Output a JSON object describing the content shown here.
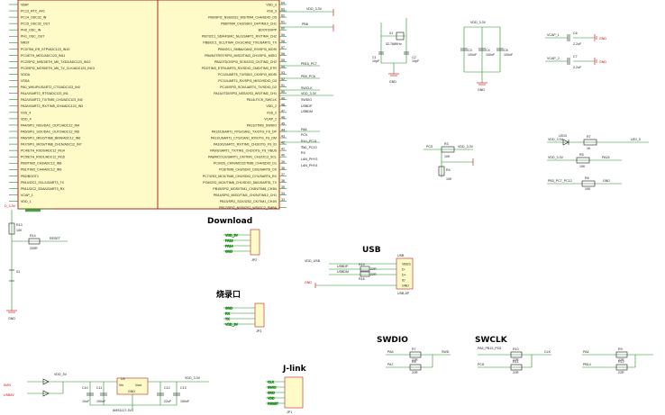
{
  "mcu": {
    "left_pins": [
      "VBAT",
      "PC13_RTC_AF1",
      "PC14_OSC32_IN",
      "PC15_OSC32_OUT",
      "PH0_OSC_IN",
      "PH1_OSC_OUT",
      "NRST",
      "PC0/TIM_ER_STP/ADC123_IN10",
      "PC1/ETH_MDC/ADC123_IN11",
      "PC2/SPI2_MISO/ETH_MII_TXD2/ADC123_IN12",
      "PC3/SPI2_MOSI/ETH_MII_TX_CLK/ADC123_IN13",
      "VDDA",
      "VSSA",
      "PA0_WKUP/USART2_CTS/ADC123_IN0",
      "PA1/USART2_RTS/ADC123_IN1",
      "PA2/USART2_TX/TIM5_CH3/ADC123_IN2",
      "PA3/USART2_RX/TIM5_CH4/ADC123_IN3",
      "VSS_4",
      "VDD_4",
      "PA4/SPI1_NSS/DAC_OUT1/ADC12_IN4",
      "PA5/SPI1_SCK/DAC_OUT2/ADC12_IN5",
      "PA6/SPI1_MISO/TIM8_BKIN/ADC12_IN6",
      "PA7/SPI1_MOSI/TIM8_CH1N/ADC12_IN7",
      "PC4/ETH_RXD0/ADC12_IN14",
      "PC5/ETH_RXD1/ADC12_IN15",
      "PB0/TIM3_CH3/ADC12_IN8",
      "PB1/TIM3_CH4/ADC12_IN9",
      "PB2/BOOT1",
      "PB10/I2C2_SCL/USART3_TX",
      "PB11/I2C2_SDA/USART3_RX",
      "VCAP_1",
      "VDD_1"
    ],
    "right_pins": [
      "VDD_3",
      "VSS_3",
      "PB9/SPI2_NSS/I2S2_WS/TIM4_CH4/SDIO_D5",
      "PB8/TIM4_CH3/SDIO_D4/TIM10_CH1",
      "BOOT0/VPP",
      "PB7/I2C1_SDA/FSMC_NL/USART1_RX/TIM4_CH2",
      "PB6/I2C1_SCL/TIM4_CH1/CAN2_TX/USART1_TX",
      "PB5/I2C1_SMBA/CAN2_RX/SPI3_MOSI",
      "PB4/NJTRST/SPI3_MISO/TIM3_CH1/SPI1_MISO",
      "PB3/JTDO/SPI3_SCK/I2S3_CK/TIM2_CH2",
      "PD2/TIM3_ETR/UART5_RX/SDIO_CMD/TIM3_ETR",
      "PC12/UART5_TX/SDIO_CK/SPI3_MOSI",
      "PC11/UART4_RX/SPI3_MISO/SDIO_D3",
      "PC10/SPI3_SCK/UART4_TX/SDIO_D2",
      "PA15/JTDI/SPI3_NSS/I2S3_WS/TIM2_CH1",
      "PA14/JTCK_SWCLK",
      "VDD_2",
      "VSS_2",
      "VCAP_2",
      "PA13/JTMS_SWDIO",
      "PA12/USART1_RTS/CAN1_TX/OTG_FS_DP",
      "PA11/USART1_CTS/CAN1_RX/OTG_FS_DM",
      "PA10/USART1_RX/TIM1_CH3/OTG_FS_ID",
      "PA9/USART1_TX/TIM1_CH2/OTG_FS_VBUS",
      "PA8/MCO1/USART1_CK/TIM1_CH1/I2C3_SCL",
      "PC9/I2S_CKIN/MCO2/TIM8_CH4/SDIO_D1",
      "PC8/TIM8_CH3/SDIO_D0/USART6_CK",
      "PC7/I2S3_MCK/TIM8_CH2/SDIO_D7/USART6_RX",
      "PC6/I2S2_MCK/TIM8_CH1/SDIO_D6/USART6_TX",
      "PB15/SPI2_MOSI/TIM1_CH3N/TIM8_CH3N",
      "PB14/SPI2_MISO/TIM1_CH2N/TIM12_CH1",
      "PB13/SPI2_SCK/I2S2_CK/TIM1_CH1N",
      "PB12/SPI2_NSS/I2S2_WS/I2C2_SMBA"
    ],
    "right_nums": [
      "64",
      "63",
      "62",
      "61",
      "60",
      "59",
      "58",
      "57",
      "56",
      "55",
      "54",
      "53",
      "52",
      "51",
      "50",
      "49",
      "48",
      "47",
      "46",
      "45",
      "44",
      "43",
      "42",
      "41",
      "40",
      "39",
      "38",
      "37",
      "36",
      "35",
      "34",
      "33"
    ],
    "right_nets": [
      "VDD_3.3V",
      "",
      "PB8",
      "",
      "",
      "",
      "",
      "",
      "",
      "",
      "",
      "",
      "",
      "",
      "",
      "",
      "",
      "",
      "",
      "",
      "",
      "",
      "",
      "",
      "",
      "",
      "",
      "",
      "",
      "",
      "",
      "",
      ""
    ],
    "net_labels": [
      "PB15_PC7",
      "PB0_PC6",
      "SWCLK",
      "VDD_3.3V",
      "SWDIO",
      "USBDP",
      "USBDM",
      "PA8",
      "PC9",
      "TX",
      "RX",
      "LAN_PHY3",
      "LAN_PHY4",
      "RX1_PC11",
      "TX1_PC10"
    ]
  },
  "crystal_32k": {
    "ref": "X1",
    "label": "32.768KHz",
    "c1": "C1",
    "c1v": "10pF",
    "c2": "C2",
    "c2v": "10pF"
  },
  "decoupling": {
    "net": "VDD_3.3V",
    "caps": [
      {
        "ref": "C3",
        "val": "100nF"
      },
      {
        "ref": "C4",
        "val": "100nF"
      },
      {
        "ref": "C5",
        "val": "100nF"
      }
    ]
  },
  "vcap": [
    {
      "net": "VCAP_1",
      "ref": "C6",
      "val": "2.2uF",
      "gnd": "GND"
    },
    {
      "net": "VCAP_2",
      "ref": "C7",
      "val": "2.2uF",
      "gnd": "GND"
    }
  ],
  "boot_block": {
    "net": "PC5",
    "ref": "R3",
    "val": "10K",
    "rail": "VDD_3.3V",
    "ref2": "R4",
    "val2": "10K"
  },
  "led_block": {
    "rail": "VDD_3.3V",
    "ref": "LED0",
    "rref": "R7",
    "rval": "1K",
    "net": "LED_0",
    "sw": "R5",
    "swval": "10K",
    "net2": "PA15",
    "net3": "PB3_PC7_PC12",
    "r6": "R6",
    "r6val": "10K",
    "gnd": "GND"
  },
  "reset": {
    "rail": "D_3.3V",
    "rref": "R13",
    "rval": "10K",
    "r2ref": "R14",
    "r2val": "330R",
    "net": "RESET",
    "btn": "S1",
    "gnd": "GND"
  },
  "download": {
    "title": "Download",
    "pins": [
      "VDD_3V",
      "PA13",
      "PA14",
      "GND"
    ],
    "ref": "JP2"
  },
  "usb": {
    "title": "USB",
    "rail": "VDD_USB",
    "dp": "USBDP",
    "dm": "USBDM",
    "gnd": "GND",
    "ref": "USB",
    "pins": [
      "VBUS",
      "D-",
      "D+",
      "ID",
      "GND"
    ],
    "r1": "R15",
    "r1v": "22R",
    "r2": "R16",
    "r2v": "22R"
  },
  "burn": {
    "title": "烧录口",
    "pins": [
      "GND",
      "RX",
      "TX",
      "VDD_3V"
    ],
    "ref": "JP3"
  },
  "swdio": {
    "title": "SWDIO",
    "nets": [
      "PA6",
      "PA7"
    ],
    "rrefs": [
      "R7",
      "R8"
    ],
    "vals": [
      "22R",
      "22R"
    ],
    "out": "SWD"
  },
  "swclk": {
    "title": "SWCLK",
    "nets": [
      "PA5_PB13_PC6",
      "PC8"
    ],
    "rrefs": [
      "R10",
      "R11"
    ],
    "vals": [
      "22R",
      "22R"
    ],
    "out": "CLK"
  },
  "third": {
    "nets": [
      "PA4",
      "PB14"
    ],
    "rrefs": [
      "R9",
      "R12"
    ],
    "vals": [
      "22R",
      "22R"
    ]
  },
  "jlink": {
    "title": "J-link",
    "pins": [
      "CLK",
      "SWIO",
      "GND",
      "VDD",
      "RESET"
    ],
    "ref": "JP1"
  },
  "regulator": {
    "ref": "U3",
    "name": "AMS1117-3V3",
    "vin": "Vin",
    "vout": "Vout",
    "gnd": "GND",
    "in_net": "VDD_5V",
    "out_net": "VDD_3.3V",
    "caps": [
      "C10",
      "C11",
      "C12",
      "C13"
    ],
    "cap_vals": [
      "10uF",
      "100nF",
      "22uF",
      "100nF"
    ],
    "src1": "5VIN",
    "src2": "USB5V"
  },
  "colors": {
    "wire": "#1f8f1f",
    "body_fill": "#fffbc8",
    "body_stroke": "#b3261e",
    "ground": "#cc0000",
    "text": "#1a1a1a"
  }
}
